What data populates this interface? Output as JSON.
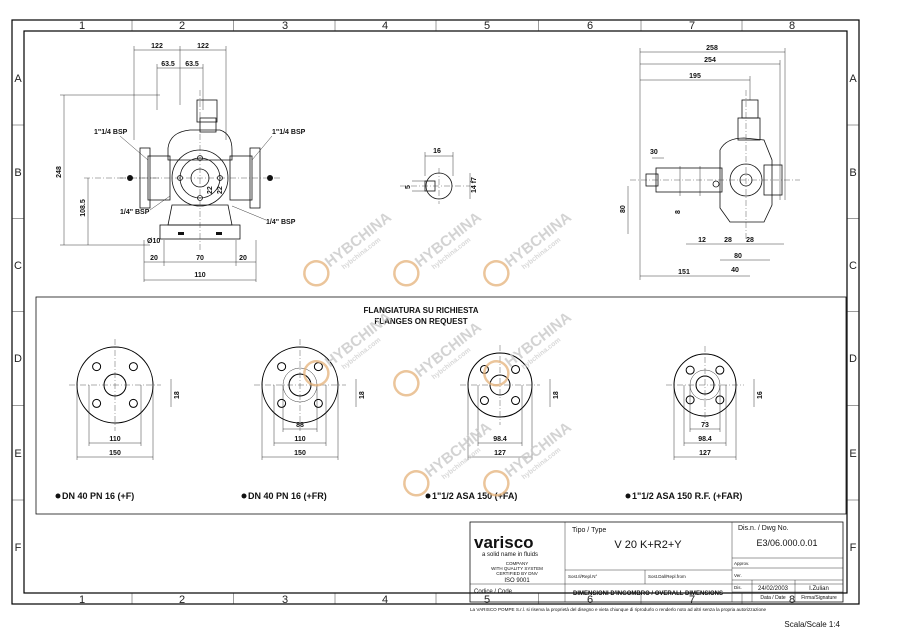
{
  "grid": {
    "columns": [
      "1",
      "2",
      "3",
      "4",
      "5",
      "6",
      "7",
      "8"
    ],
    "rows": [
      "A",
      "B",
      "C",
      "D",
      "E",
      "F"
    ]
  },
  "front_view": {
    "dims_top": [
      "122",
      "122",
      "63.5",
      "63.5"
    ],
    "dim_height": "248",
    "dim_center": "108.5",
    "port_left": "1\"1/4 BSP",
    "port_right": "1\"1/4 BSP",
    "drain_left": "1/4\" BSP",
    "drain_right": "1/4\" BSP",
    "side_small": [
      "22",
      "22"
    ],
    "hole": "Ø10",
    "dims_base": [
      "20",
      "70",
      "20"
    ],
    "dim_base_total": "110"
  },
  "shaft_detail": {
    "width": "16",
    "key": "5",
    "dia": "14 f7"
  },
  "side_view": {
    "dims_top": [
      "258",
      "254",
      "195"
    ],
    "dim_30": "30",
    "dim_80": "80",
    "dim_8": "8",
    "dims_bottom_a": [
      "12",
      "28",
      "28"
    ],
    "dims_bottom_b": [
      "80",
      "40"
    ],
    "dim_151": "151"
  },
  "flanges": {
    "title_it": "FLANGIATURA SU RICHIESTA",
    "title_en": "FLANGES ON REQUEST",
    "items": [
      {
        "name": "DN 40 PN 16 (+F)",
        "dims": [
          "110",
          "150"
        ],
        "side": "18"
      },
      {
        "name": "DN 40 PN 16 (+FR)",
        "dims": [
          "88",
          "110",
          "150"
        ],
        "side": "18"
      },
      {
        "name": "1\"1/2 ASA 150 (+FA)",
        "dims": [
          "98.4",
          "127"
        ],
        "side": "18"
      },
      {
        "name": "1\"1/2 ASA 150 R.F. (+FAR)",
        "dims": [
          "73",
          "98.4",
          "127"
        ],
        "side": "16"
      }
    ]
  },
  "watermark": {
    "text": "HYBCHINA",
    "url": "hybchina.com"
  },
  "title_block": {
    "brand": "varisco",
    "tagline": "a solid name in fluids",
    "cert": [
      "COMPANY",
      "WITH QUALITY SYSTEM",
      "CERTIFIED BY DNV"
    ],
    "iso": "ISO 9001",
    "tipo_label": "Tipo / Type",
    "tipo_value": "V 20 K+R2+Y",
    "dis_label": "Dis.n. / Dwg No.",
    "dis_value": "E3/06.000.0.01",
    "approv": "Approv.",
    "sost_il": "Sost.Il/Repl.N°",
    "sost_dal": "Sost.Dal/Repl.from",
    "ver": "Ver.",
    "codice": "Codice / Code",
    "description": "DIMENSIONI D'INGOMBRO / OVERALL DIMENSIONS",
    "dis_short": "Dis.",
    "date_value": "24/02/2003",
    "drawer": "I.Zulian",
    "date_label": "Data / Date",
    "sign_label": "Firma/Signature",
    "disclaimer": "La VARISCO POMPE S.r.l. si riserva la proprietà del disegno e vieta chiunque di riprodurlo o renderlo noto ad altri senza la propria autorizzazione",
    "scale": "Scala/Scale 1:4"
  }
}
